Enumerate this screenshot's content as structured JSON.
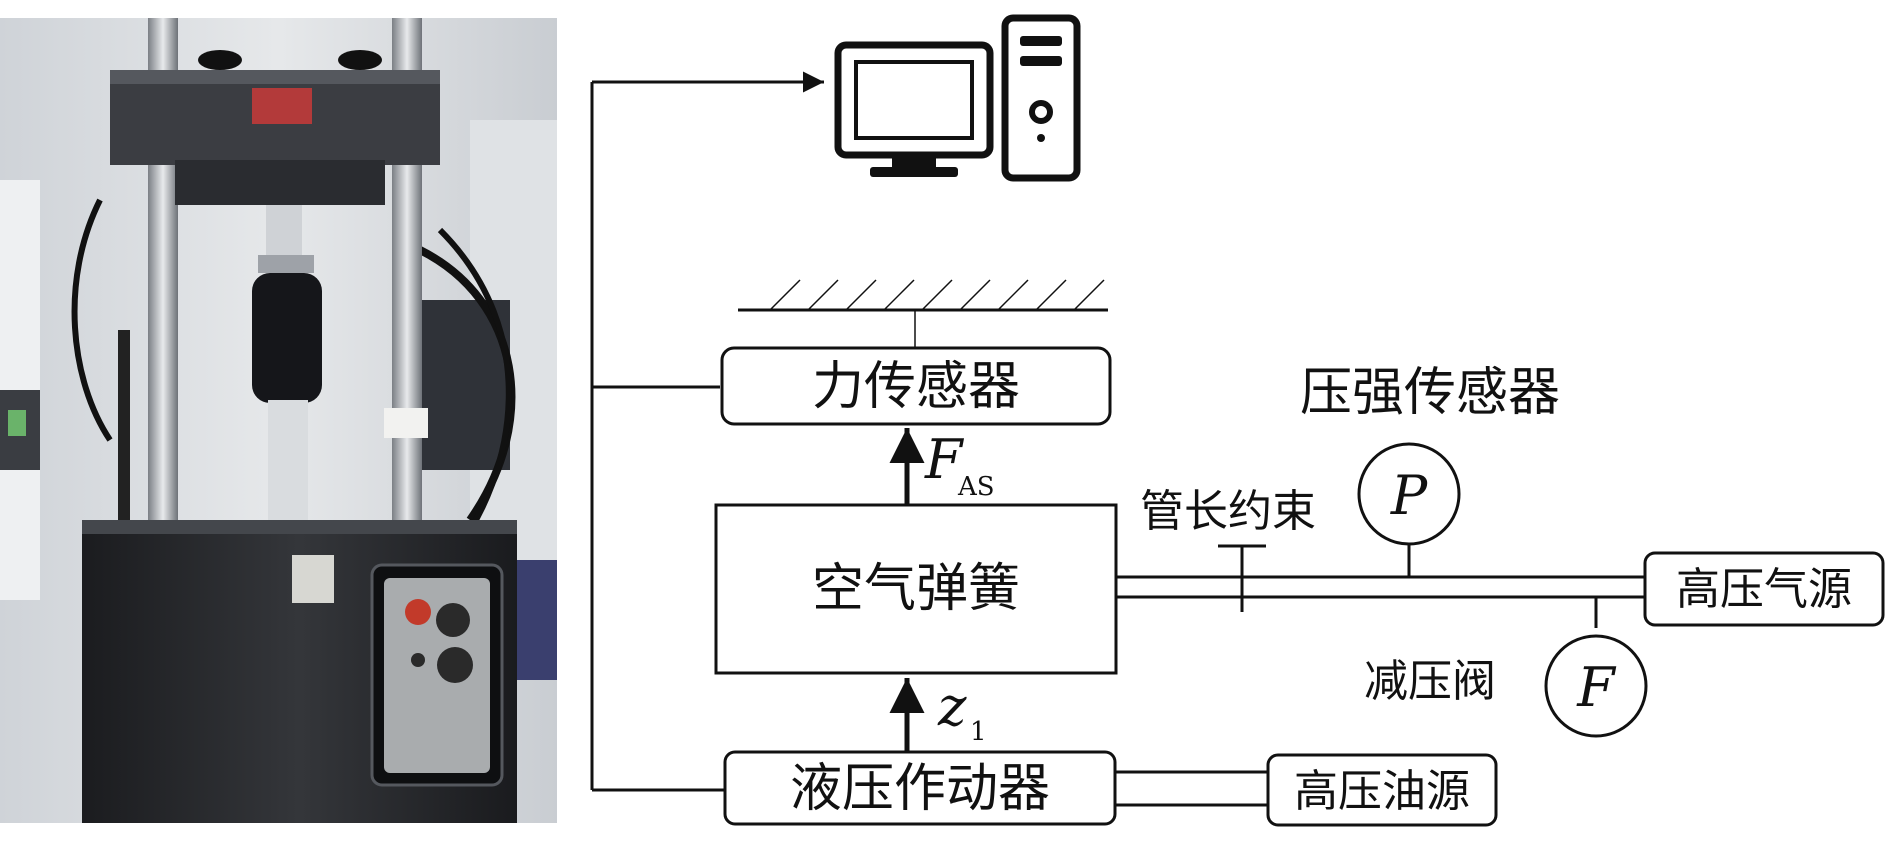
{
  "photo": {
    "description_icon": "test-rig-photo"
  },
  "labels": {
    "force_sensor": "力传感器",
    "pressure_sensor": "压强传感器",
    "pipe_constraint": "管长约束",
    "air_spring": "空气弹簧",
    "hp_air_source": "高压气源",
    "reducing_valve": "减压阀",
    "hydraulic_actuator": "液压作动器",
    "hp_oil_source": "高压油源"
  },
  "symbols": {
    "pressure_gauge": "P",
    "valve": "F",
    "force_var": "F",
    "force_sub": "AS",
    "disp_var": "z",
    "disp_sub": "1"
  },
  "colors": {
    "ink": "#111111",
    "background": "#ffffff"
  }
}
